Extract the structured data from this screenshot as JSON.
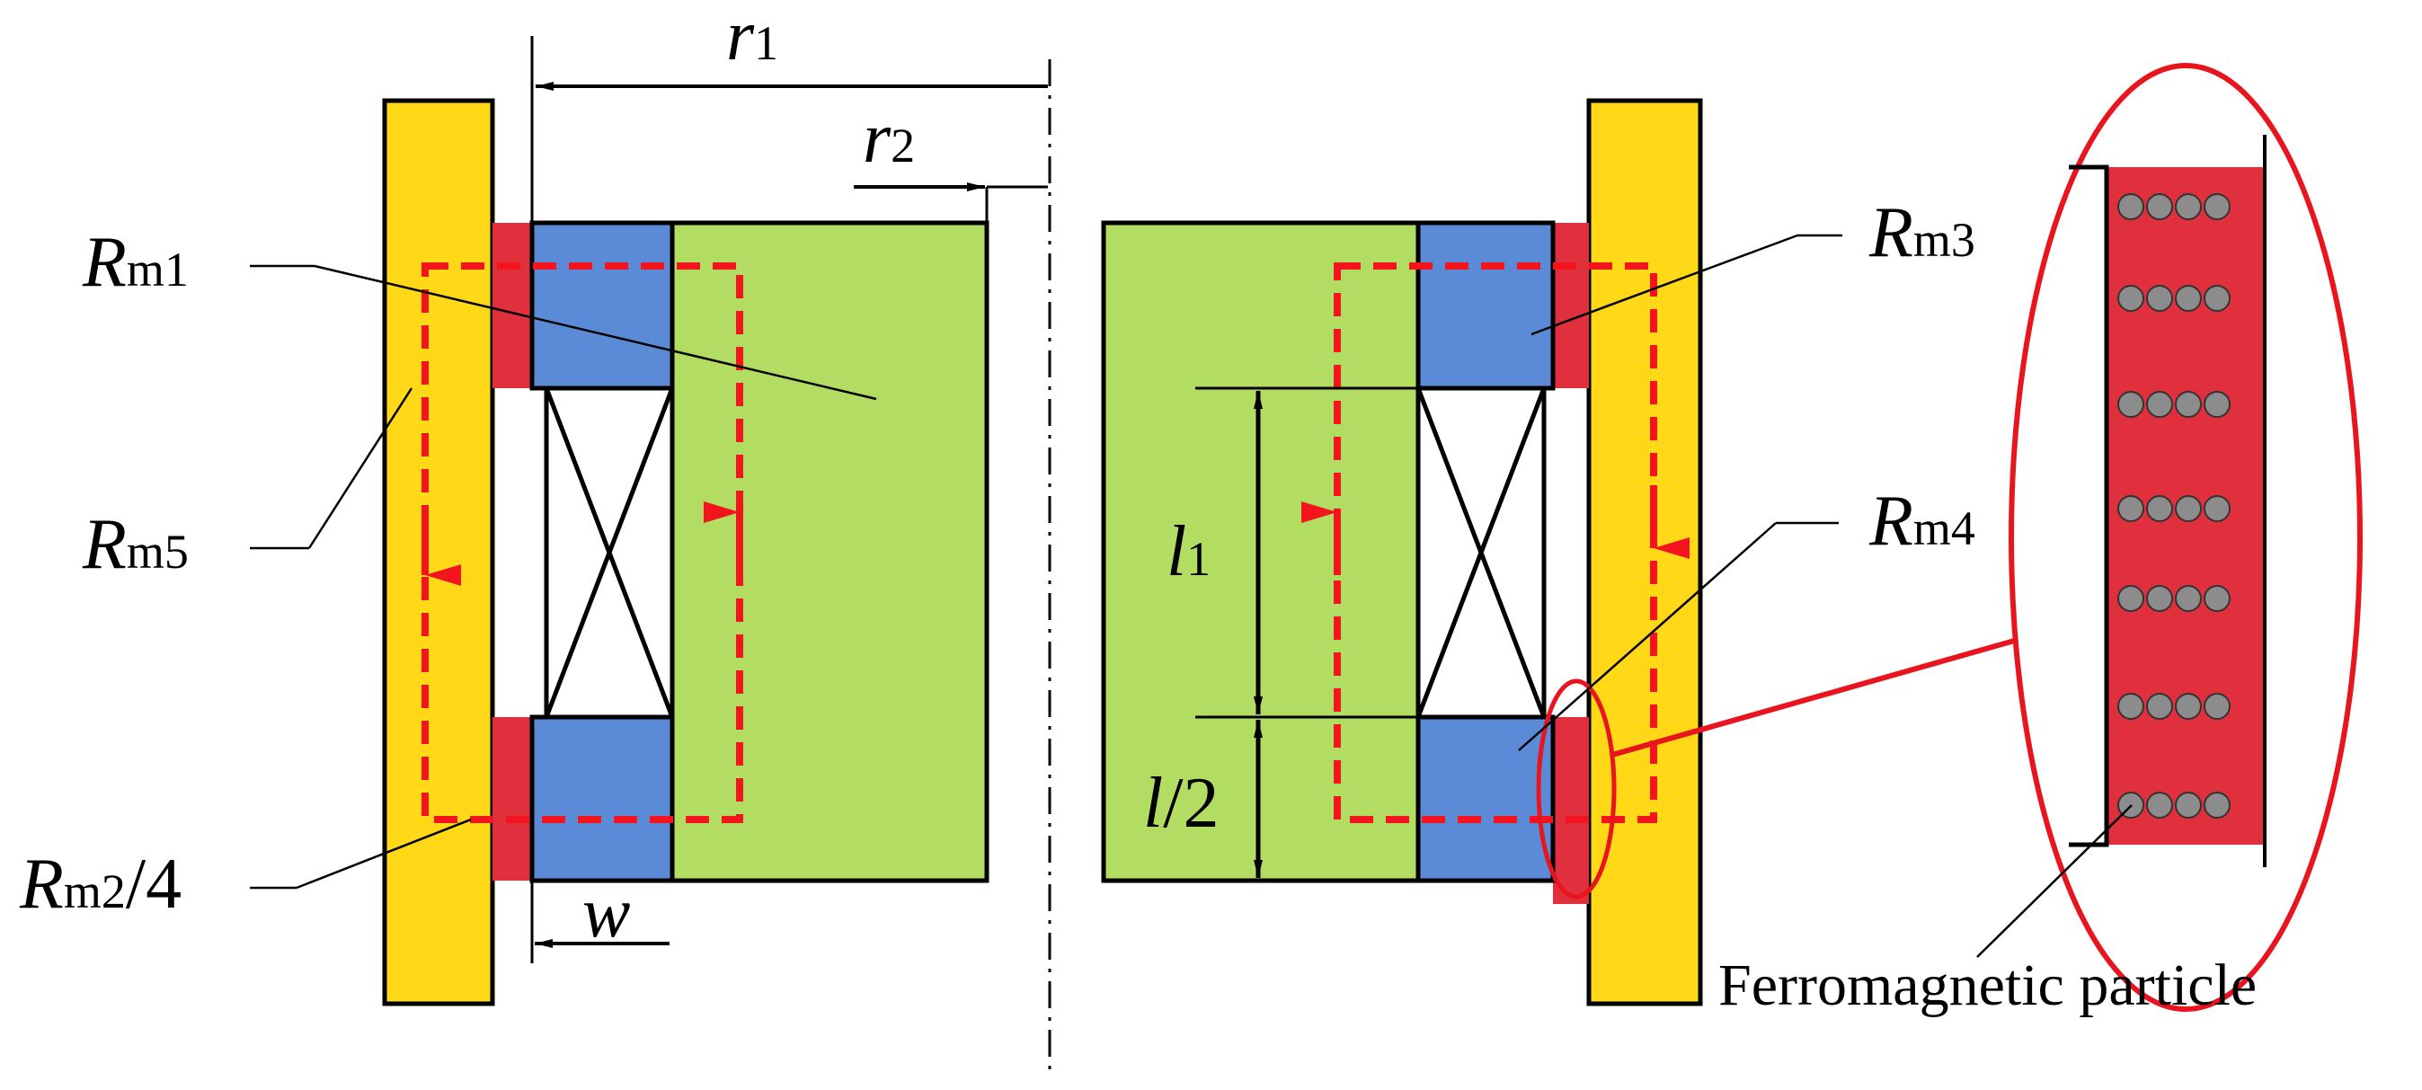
{
  "labels": {
    "rm1": {
      "base": "R",
      "sub": "m1"
    },
    "rm2": {
      "base": "R",
      "sub": "m2",
      "suffix": "/4"
    },
    "rm3": {
      "base": "R",
      "sub": "m3"
    },
    "rm4": {
      "base": "R",
      "sub": "m4"
    },
    "rm5": {
      "base": "R",
      "sub": "m5"
    },
    "r1": {
      "base": "r",
      "sub": "1"
    },
    "r2": {
      "base": "r",
      "sub": "2"
    },
    "l1": {
      "base": "l",
      "sub": "1"
    },
    "lhalf": {
      "base": "l",
      "suffix": "/2"
    },
    "w": {
      "base": "w"
    },
    "particle": "Ferromagnetic particle"
  },
  "colors": {
    "yardYellow": "#FFD817",
    "fluidRed": "#E0303D",
    "poleBlue": "#5B8BD6",
    "coreGreen": "#B2DC62",
    "particleGray": "#8C8C8C",
    "fluxRed": "#F4141E",
    "highlightRed": "#E8141E"
  }
}
